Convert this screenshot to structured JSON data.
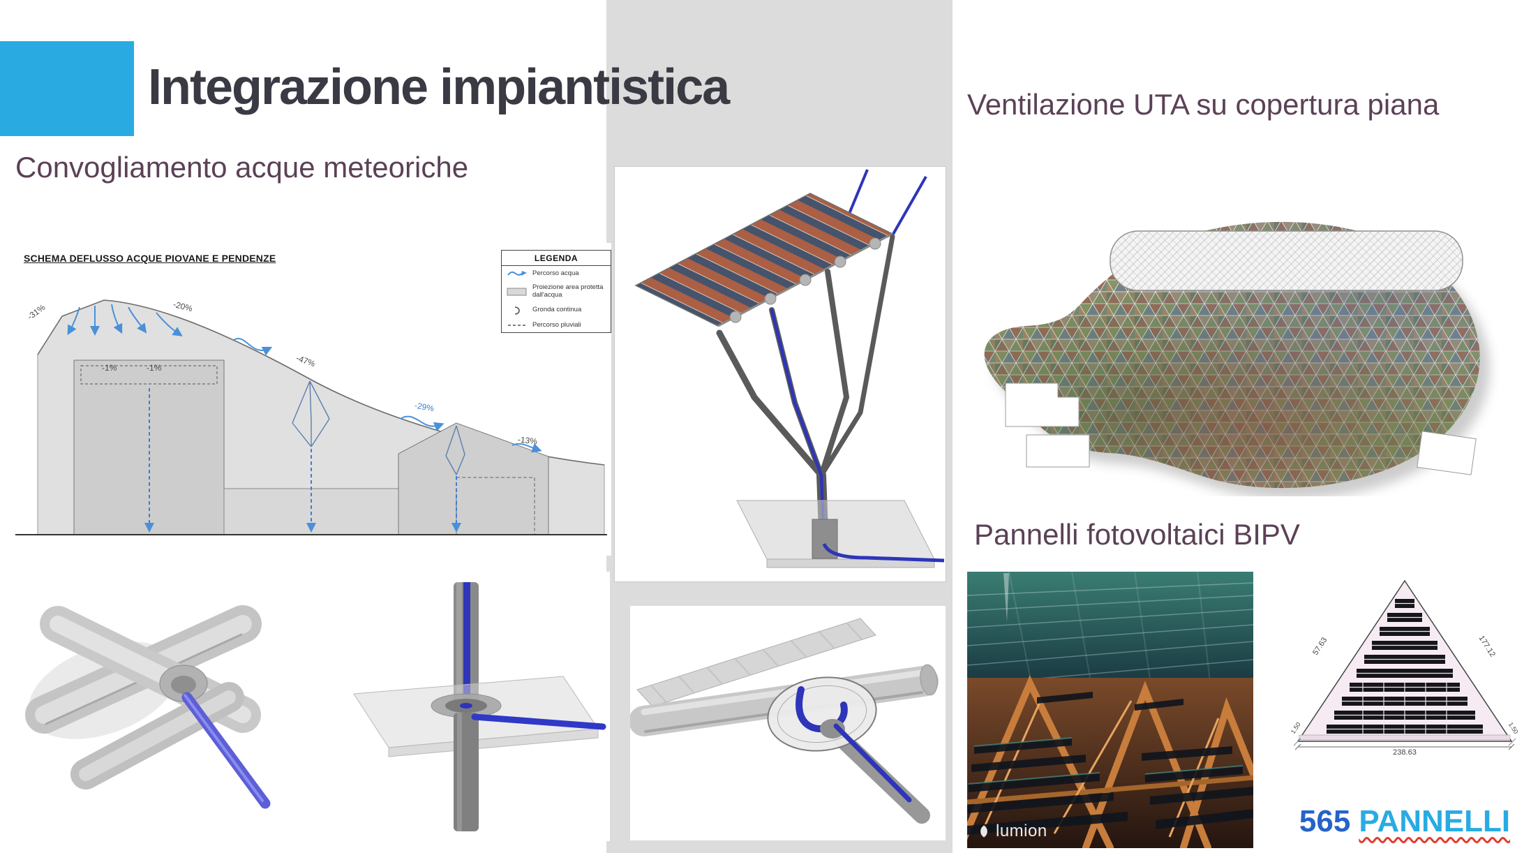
{
  "slide": {
    "title": "Integrazione impiantistica"
  },
  "headings": {
    "rainwater": "Convogliamento acque meteoriche",
    "ventilation": "Ventilazione UTA su copertura piana",
    "pv": "Pannelli fotovoltaici BIPV"
  },
  "drainage_diagram": {
    "title": "SCHEMA DEFLUSSO ACQUE PIOVANE E PENDENZE",
    "slope_labels": [
      "-31%",
      "-20%",
      "-1%",
      "-1%",
      "-47%",
      "-29%",
      "-13%"
    ],
    "legend": {
      "title": "LEGENDA",
      "items": [
        "Percorso acqua",
        "Proiezione area protetta dall'acqua",
        "Gronda continua",
        "Percorso pluviali"
      ]
    }
  },
  "panel_layout": {
    "dim_left": "57.63",
    "dim_right": "177.12",
    "dim_bottom": "238.63",
    "dim_corner_left": "1.50",
    "dim_corner_right": "1.50"
  },
  "pv_counter": {
    "number": "565",
    "label": "PANNELLI"
  },
  "watermark": "lumion",
  "colors": {
    "accent_cyan": "#29ABE2",
    "heading_purple": "#5B4156",
    "title_dark": "#3A3A45",
    "pipe_blue": "#2E35B8",
    "counter_number_blue": "#2563C9",
    "counter_label_cyan": "#29ABE2",
    "spellcheck_red": "#E23B2E"
  }
}
